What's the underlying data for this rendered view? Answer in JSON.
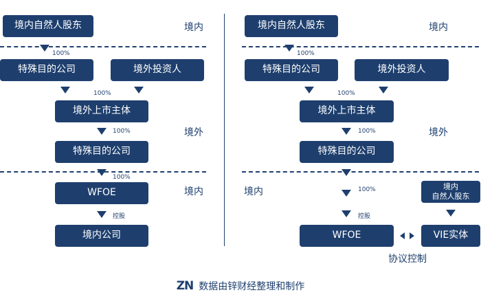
{
  "colors": {
    "primary": "#1e3f6e",
    "background": "#ffffff"
  },
  "left": {
    "domestic_shareholder": "境内自然人股东",
    "zone_domestic_top": "境内",
    "pct_1": "100%",
    "spv_1": "特殊目的公司",
    "foreign_investor": "境外投资人",
    "pct_2": "100%",
    "listed_entity": "境外上市主体",
    "pct_3": "100%",
    "zone_overseas": "境外",
    "spv_2": "特殊目的公司",
    "pct_4": "100%",
    "wfoe": "WFOE",
    "zone_domestic_bottom": "境内",
    "control_label": "控股",
    "domestic_company": "境内公司"
  },
  "right": {
    "domestic_shareholder": "境内自然人股东",
    "zone_domestic_top": "境内",
    "pct_1": "100%",
    "spv_1": "特殊目的公司",
    "foreign_investor": "境外投资人",
    "pct_2": "100%",
    "listed_entity": "境外上市主体",
    "pct_3": "100%",
    "zone_overseas": "境外",
    "spv_2": "特殊目的公司",
    "zone_domestic_bottom": "境内",
    "pct_4": "100%",
    "vie_shareholder_line1": "境内",
    "vie_shareholder_line2": "自然人股东",
    "control_label": "控股",
    "wfoe": "WFOE",
    "vie_entity": "VIE实体",
    "agreement_control": "协议控制"
  },
  "footer": {
    "logo": "ZN",
    "text": "数据由锌财经整理和制作"
  }
}
